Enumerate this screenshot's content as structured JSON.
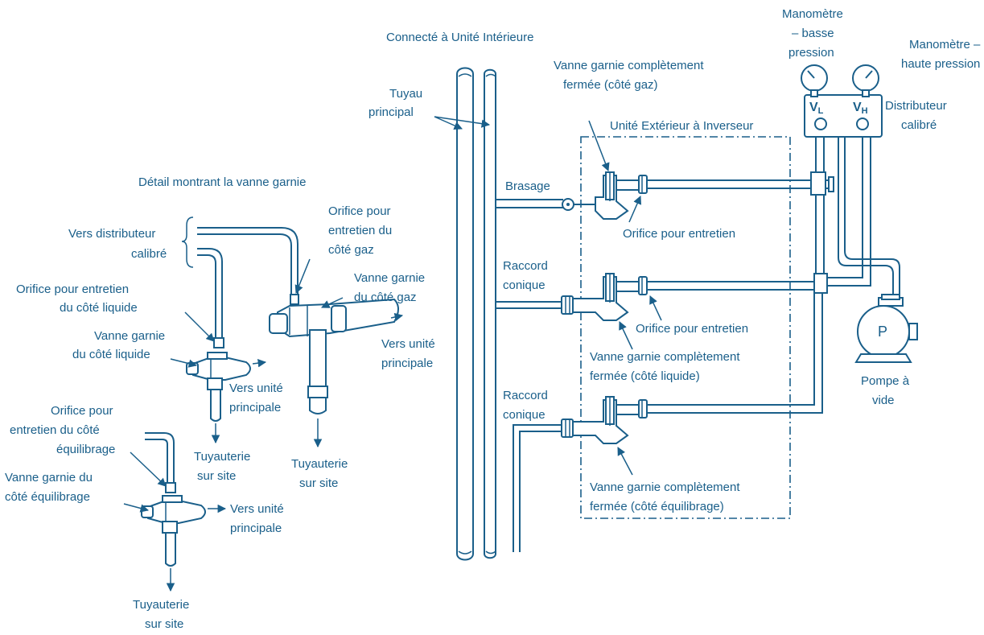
{
  "colors": {
    "line": "#1a5f8a",
    "background": "#ffffff"
  },
  "labels": {
    "connecte": "Connecté à Unité Intérieure",
    "tuyau1": "Tuyau",
    "tuyau2": "principal",
    "detail": "Détail montrant la vanne garnie",
    "vers_dist1": "Vers distributeur",
    "vers_dist2": "calibré",
    "orif_gaz1": "Orifice pour",
    "orif_gaz2": "entretien du",
    "orif_gaz3": "côté gaz",
    "vg_gaz1": "Vanne garnie",
    "vg_gaz2": "du côté gaz",
    "vers_up_gaz1": "Vers unité",
    "vers_up_gaz2": "principale",
    "orif_liq1": "Orifice pour entretien",
    "orif_liq2": "du côté liquide",
    "vg_liq1": "Vanne garnie",
    "vg_liq2": "du côté liquide",
    "vers_up_liq1": "Vers unité",
    "vers_up_liq2": "principale",
    "tuy_site1a": "Tuyauterie",
    "tuy_site1b": "sur site",
    "tuy_site2a": "Tuyauterie",
    "tuy_site2b": "sur site",
    "orif_eq1": "Orifice pour",
    "orif_eq2": "entretien du côté",
    "orif_eq3": "équilibrage",
    "vg_eq1": "Vanne garnie du",
    "vg_eq2": "côté équilibrage",
    "vers_up_eq1": "Vers unité",
    "vers_up_eq2": "principale",
    "tuy_site3a": "Tuyauterie",
    "tuy_site3b": "sur site",
    "vgcf_gaz1": "Vanne garnie complètement",
    "vgcf_gaz2": "fermée (côté gaz)",
    "unite_ext": "Unité Extérieur à Inverseur",
    "brasage": "Brasage",
    "orif_ent1": "Orifice pour entretien",
    "raccord1a": "Raccord",
    "raccord1b": "conique",
    "orif_ent2": "Orifice pour entretien",
    "vgcf_liq1": "Vanne garnie complètement",
    "vgcf_liq2": "fermée (côté liquide)",
    "raccord2a": "Raccord",
    "raccord2b": "conique",
    "vgcf_eq1": "Vanne garnie complètement",
    "vgcf_eq2": "fermée (côté équilibrage)",
    "mano_bp1": "Manomètre",
    "mano_bp2": "– basse",
    "mano_bp3": "pression",
    "mano_hp1": "Manomètre –",
    "mano_hp2": "haute pression",
    "vl": "V",
    "vl_sub": "L",
    "vh": "V",
    "vh_sub": "H",
    "distrib1": "Distributeur",
    "distrib2": "calibré",
    "pompe_p": "P",
    "pompe1": "Pompe à",
    "pompe2": "vide"
  }
}
